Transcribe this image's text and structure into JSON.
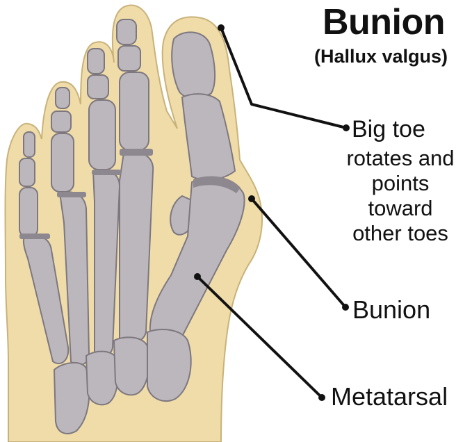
{
  "title": "Bunion",
  "subtitle": "(Hallux valgus)",
  "labels": {
    "big_toe": "Big toe",
    "big_toe_desc": [
      "rotates and",
      "points",
      "toward",
      "other toes"
    ],
    "bunion": "Bunion",
    "metatarsal": "Metatarsal"
  },
  "colors": {
    "skin": "#efdca8",
    "skin_outline": "#c9b27a",
    "bone": "#bcb6bd",
    "bone_outline": "#7d777f",
    "joint": "#8d878f",
    "leader": "#111111"
  }
}
